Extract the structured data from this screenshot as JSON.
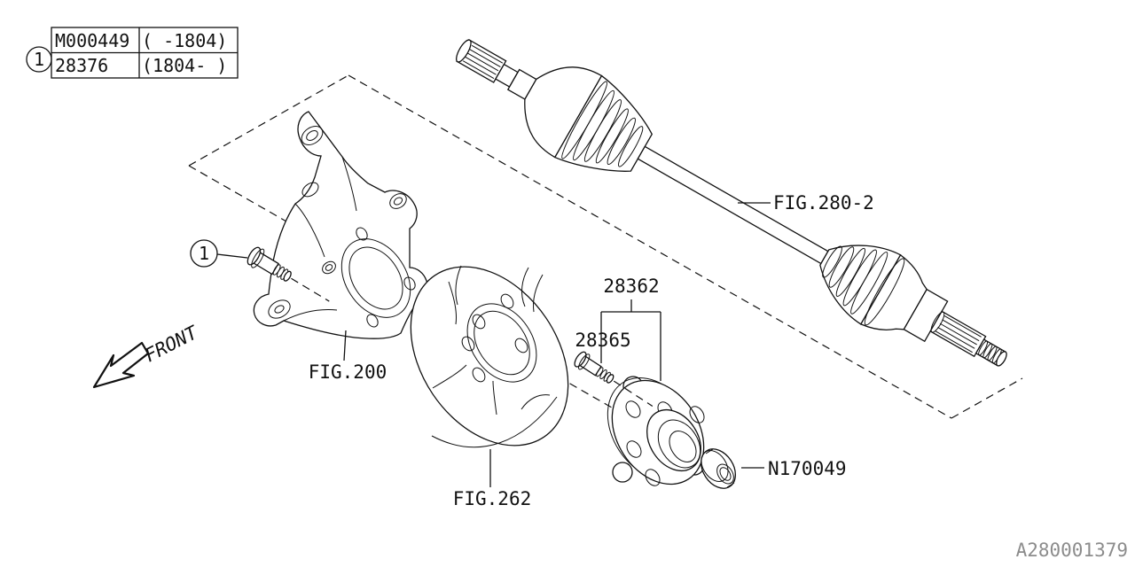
{
  "diagram": {
    "title_block": {
      "ref": "1",
      "rows": [
        {
          "part_no": "M000449",
          "applicability": "( -1804)"
        },
        {
          "part_no": "28376",
          "applicability": "(1804- )"
        }
      ]
    },
    "callouts": {
      "knuckle_bolt_ref": "1"
    },
    "labels": {
      "axle_shaft": "FIG.280-2",
      "steering_knuckle": "FIG.200",
      "brake_dust_shield": "FIG.262",
      "hub_unit": "28362",
      "hub_bolt": "28365",
      "axle_nut": "N170049"
    },
    "front_indicator": "FRONT",
    "doc_number": "A280001379",
    "colors": {
      "line": "#111111",
      "muted": "#8c8c8c",
      "background": "#ffffff"
    }
  }
}
